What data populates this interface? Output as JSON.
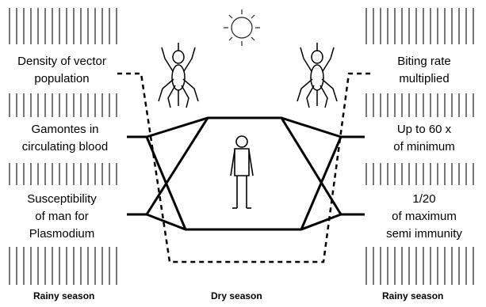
{
  "diagram": {
    "left_labels": {
      "vector_density": [
        "Density of vector",
        "population"
      ],
      "gamontes": [
        "Gamontes  in",
        "circulating blood"
      ],
      "susceptibility": [
        "Susceptibility",
        "of man for",
        "Plasmodium"
      ]
    },
    "right_labels": {
      "biting_rate": [
        "Biting rate",
        "multiplied"
      ],
      "up_to": [
        "Up to 60 x",
        "of minimum"
      ],
      "fraction": [
        "1/20",
        "of maximum",
        "semi immunity"
      ]
    },
    "seasons": {
      "left": "Rainy season",
      "middle": "Dry season",
      "right": "Rainy season"
    },
    "icons": [
      "sun-icon",
      "mosquito-icon",
      "human-figure-icon"
    ]
  }
}
